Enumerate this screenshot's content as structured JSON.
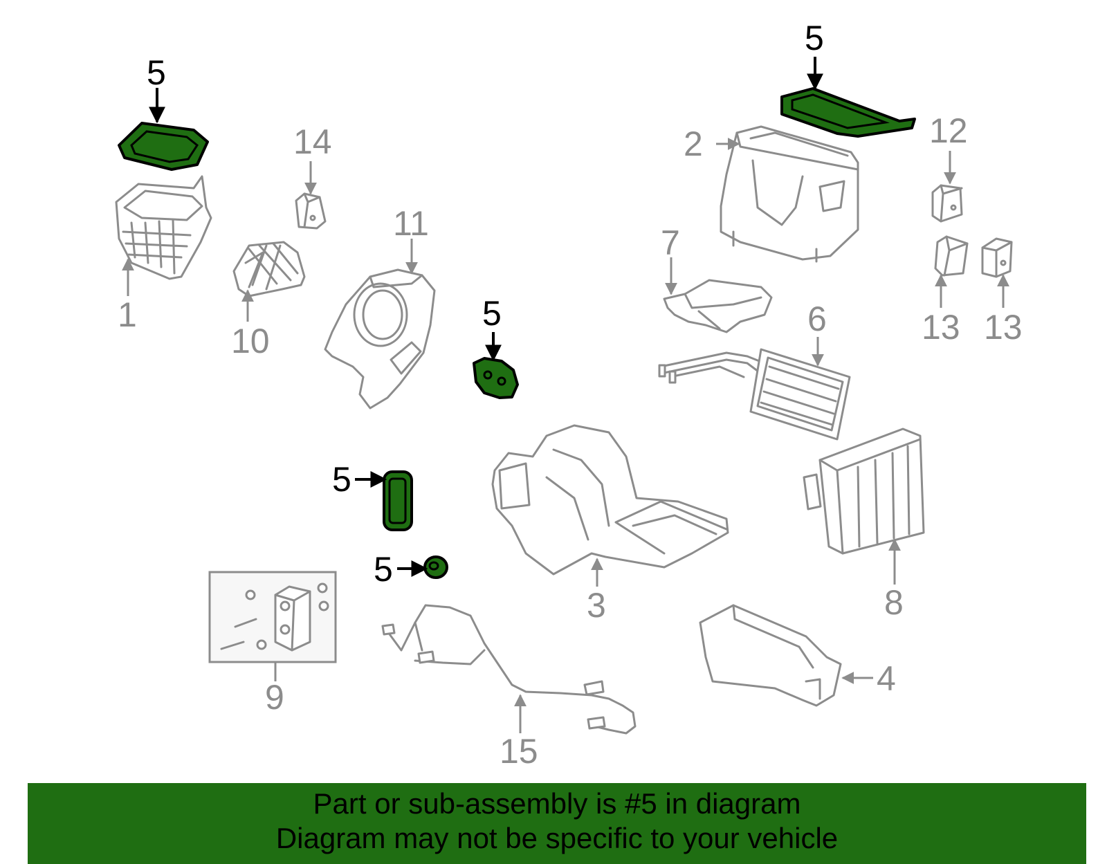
{
  "callouts": {
    "c1": "1",
    "c2": "2",
    "c3": "3",
    "c4": "4",
    "c5a": "5",
    "c5b": "5",
    "c5c": "5",
    "c5d": "5",
    "c5e": "5",
    "c6": "6",
    "c7": "7",
    "c8": "8",
    "c9": "9",
    "c10": "10",
    "c11": "11",
    "c12": "12",
    "c13a": "13",
    "c13b": "13",
    "c14": "14",
    "c15": "15"
  },
  "banner": {
    "line1": "Part or sub-assembly is #5 in diagram",
    "line2": "Diagram may not be specific to your vehicle"
  },
  "colors": {
    "highlight": "#1f6e12",
    "part_outline": "#8c8c8c"
  }
}
